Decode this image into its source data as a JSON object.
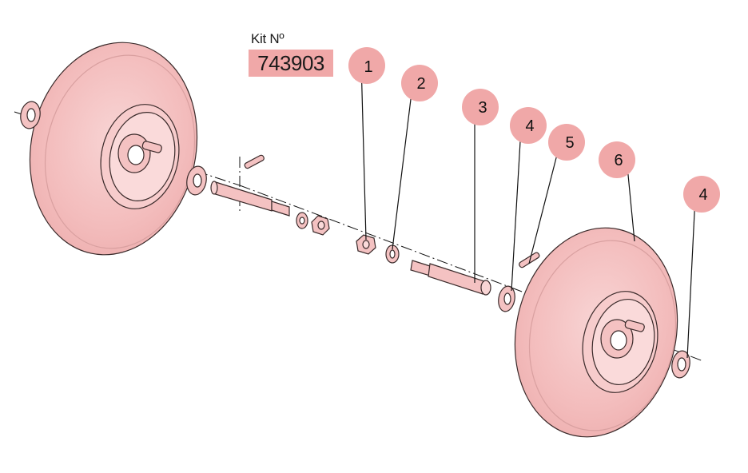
{
  "kit": {
    "label": "Kit Nº",
    "number": "743903"
  },
  "callouts": [
    {
      "number": "1",
      "part": "nut"
    },
    {
      "number": "2",
      "part": "washer"
    },
    {
      "number": "3",
      "part": "axle-shaft"
    },
    {
      "number": "4",
      "part": "washer"
    },
    {
      "number": "5",
      "part": "pin"
    },
    {
      "number": "6",
      "part": "wheel"
    },
    {
      "number": "4",
      "part": "washer"
    }
  ],
  "colors": {
    "part_fill": "#f4c2c2",
    "part_stroke": "#3a2a2a",
    "callout_fill": "#f0a8a8",
    "kit_box_fill": "#f0a8a8",
    "line": "#111111"
  }
}
